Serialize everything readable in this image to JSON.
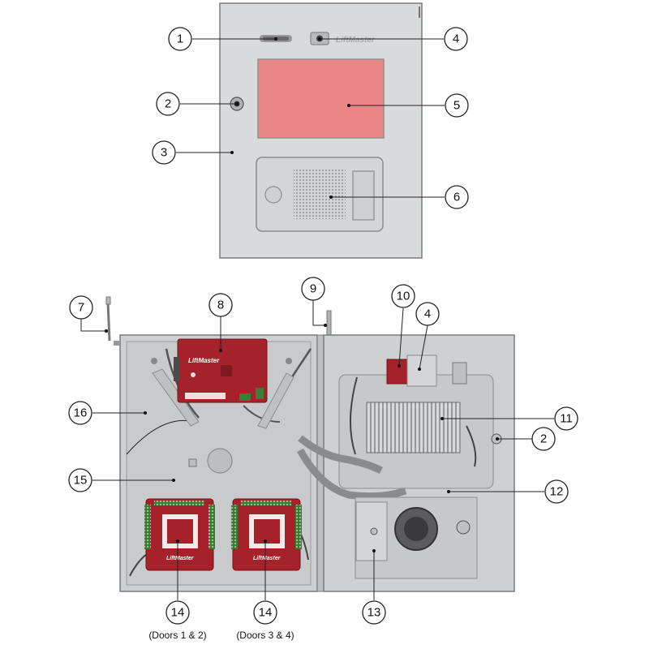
{
  "brand": {
    "logo_text": "LiftMaster"
  },
  "callouts": [
    {
      "id": "1",
      "label": "1"
    },
    {
      "id": "2",
      "label": "2"
    },
    {
      "id": "3",
      "label": "3"
    },
    {
      "id": "4",
      "label": "4"
    },
    {
      "id": "5",
      "label": "5"
    },
    {
      "id": "6",
      "label": "6"
    },
    {
      "id": "7",
      "label": "7"
    },
    {
      "id": "8",
      "label": "8"
    },
    {
      "id": "9",
      "label": "9"
    },
    {
      "id": "10",
      "label": "10"
    },
    {
      "id": "4b",
      "label": "4"
    },
    {
      "id": "11",
      "label": "11"
    },
    {
      "id": "2b",
      "label": "2"
    },
    {
      "id": "12",
      "label": "12"
    },
    {
      "id": "13",
      "label": "13"
    },
    {
      "id": "14a",
      "label": "14"
    },
    {
      "id": "14b",
      "label": "14"
    },
    {
      "id": "15",
      "label": "15"
    },
    {
      "id": "16",
      "label": "16"
    }
  ],
  "captions": {
    "doors_1_2": "(Doors 1 & 2)",
    "doors_3_4": "(Doors 3 & 4)"
  },
  "colors": {
    "panel_fill": "#d9dadc",
    "panel_stroke": "#7a7b7e",
    "screen_red": "#e98786",
    "board_red": "#a5222a",
    "enclosure_fill": "#cfd0d2"
  }
}
